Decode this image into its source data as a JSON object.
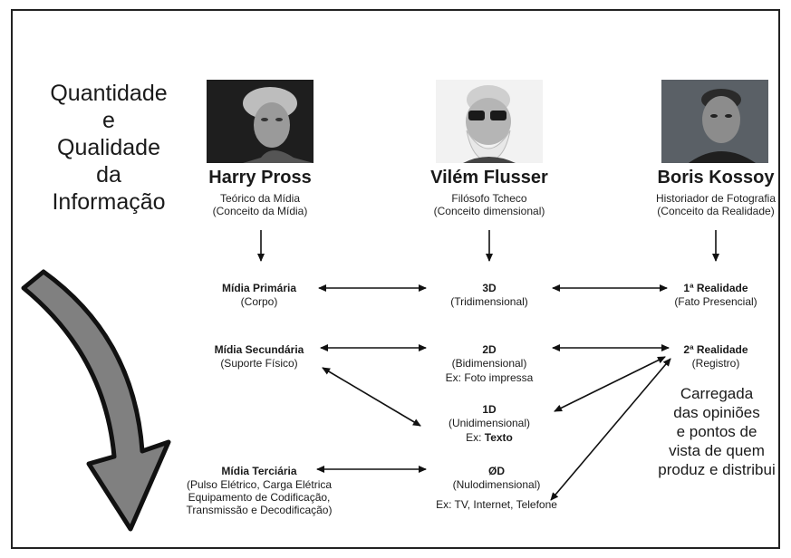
{
  "title_lines": [
    "Quantidade",
    "e",
    "Qualidade",
    "da",
    "Informação"
  ],
  "people": [
    {
      "name": "Harry Pross",
      "role": "Teórico da Mídia",
      "concept": "(Conceito da Mídia)"
    },
    {
      "name": "Vilém Flusser",
      "role": "Filósofo Tcheco",
      "concept": "(Conceito dimensional)"
    },
    {
      "name": "Boris Kossoy",
      "role": "Historiador de Fotografia",
      "concept": "(Conceito da Realidade)"
    }
  ],
  "midia": [
    {
      "head": "Mídia Primária",
      "lines": [
        "(Corpo)"
      ]
    },
    {
      "head": "Mídia Secundária",
      "lines": [
        "(Suporte Físico)"
      ]
    },
    {
      "head": "Mídia Terciária",
      "lines": [
        "(Pulso Elétrico, Carga Elétrica",
        "Equipamento de Codificação,",
        "Transmissão e Decodificação)"
      ]
    }
  ],
  "dimensoes": [
    {
      "head": "3D",
      "lines": [
        "(Tridimensional)"
      ],
      "example_prefix": "",
      "example_bold": ""
    },
    {
      "head": "2D",
      "lines": [
        "(Bidimensional)"
      ],
      "example_prefix": "Ex: Foto impressa",
      "example_bold": ""
    },
    {
      "head": "1D",
      "lines": [
        "(Unidimensional)"
      ],
      "example_prefix": "Ex: ",
      "example_bold": "Texto"
    },
    {
      "head": "ØD",
      "lines": [
        "(Nulodimensional)"
      ],
      "example_prefix": "Ex: TV, Internet, Telefone",
      "example_bold": ""
    }
  ],
  "realidade": [
    {
      "head": "1ª Realidade",
      "lines": [
        "(Fato Presencial)"
      ]
    },
    {
      "head": "2ª Realidade",
      "lines": [
        "(Registro)"
      ]
    }
  ],
  "note_lines": [
    "Carregada",
    "das opiniões",
    "e pontos de",
    "vista de quem",
    "produz e distribui"
  ],
  "colors": {
    "line": "#111111",
    "arrow_fill": "#808080",
    "arrow_stroke": "#111111",
    "text": "#1a1a1a"
  },
  "icons": [
    "curved-down-arrow-icon",
    "portrait-photo-harry-pross",
    "portrait-photo-vilem-flusser",
    "portrait-photo-boris-kossoy"
  ]
}
